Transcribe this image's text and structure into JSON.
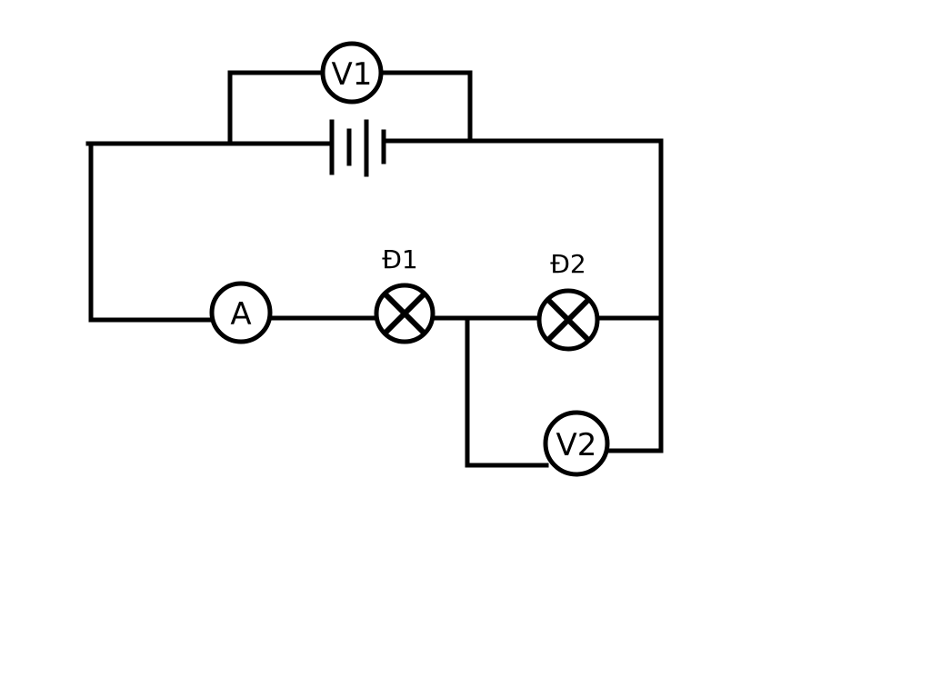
{
  "diagram": {
    "type": "electric-circuit",
    "colors": {
      "wire": "#000000",
      "background": "#ffffff"
    },
    "components": {
      "voltmeter_1": {
        "label": "V1",
        "kind": "voltmeter"
      },
      "voltmeter_2": {
        "label": "V2",
        "kind": "voltmeter"
      },
      "ammeter": {
        "label": "A",
        "kind": "ammeter"
      },
      "bulb_1": {
        "label": "Đ1",
        "kind": "lamp"
      },
      "bulb_2": {
        "label": "Đ2",
        "kind": "lamp"
      },
      "battery": {
        "kind": "battery"
      }
    }
  }
}
